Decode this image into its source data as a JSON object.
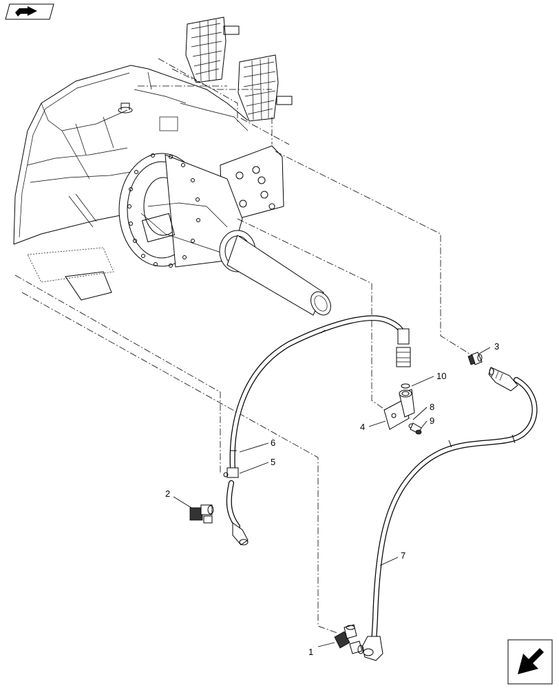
{
  "callouts": [
    {
      "id": "callout-1",
      "text": "1"
    },
    {
      "id": "callout-2",
      "text": "2"
    },
    {
      "id": "callout-3",
      "text": "3"
    },
    {
      "id": "callout-4",
      "text": "4"
    },
    {
      "id": "callout-5",
      "text": "5"
    },
    {
      "id": "callout-6",
      "text": "6"
    },
    {
      "id": "callout-7",
      "text": "7"
    },
    {
      "id": "callout-8",
      "text": "8"
    },
    {
      "id": "callout-9",
      "text": "9"
    },
    {
      "id": "callout-10",
      "text": "10"
    }
  ],
  "icons": {
    "top_left": "book-arrow-icon",
    "bottom_right": "direction-arrow-icon"
  }
}
